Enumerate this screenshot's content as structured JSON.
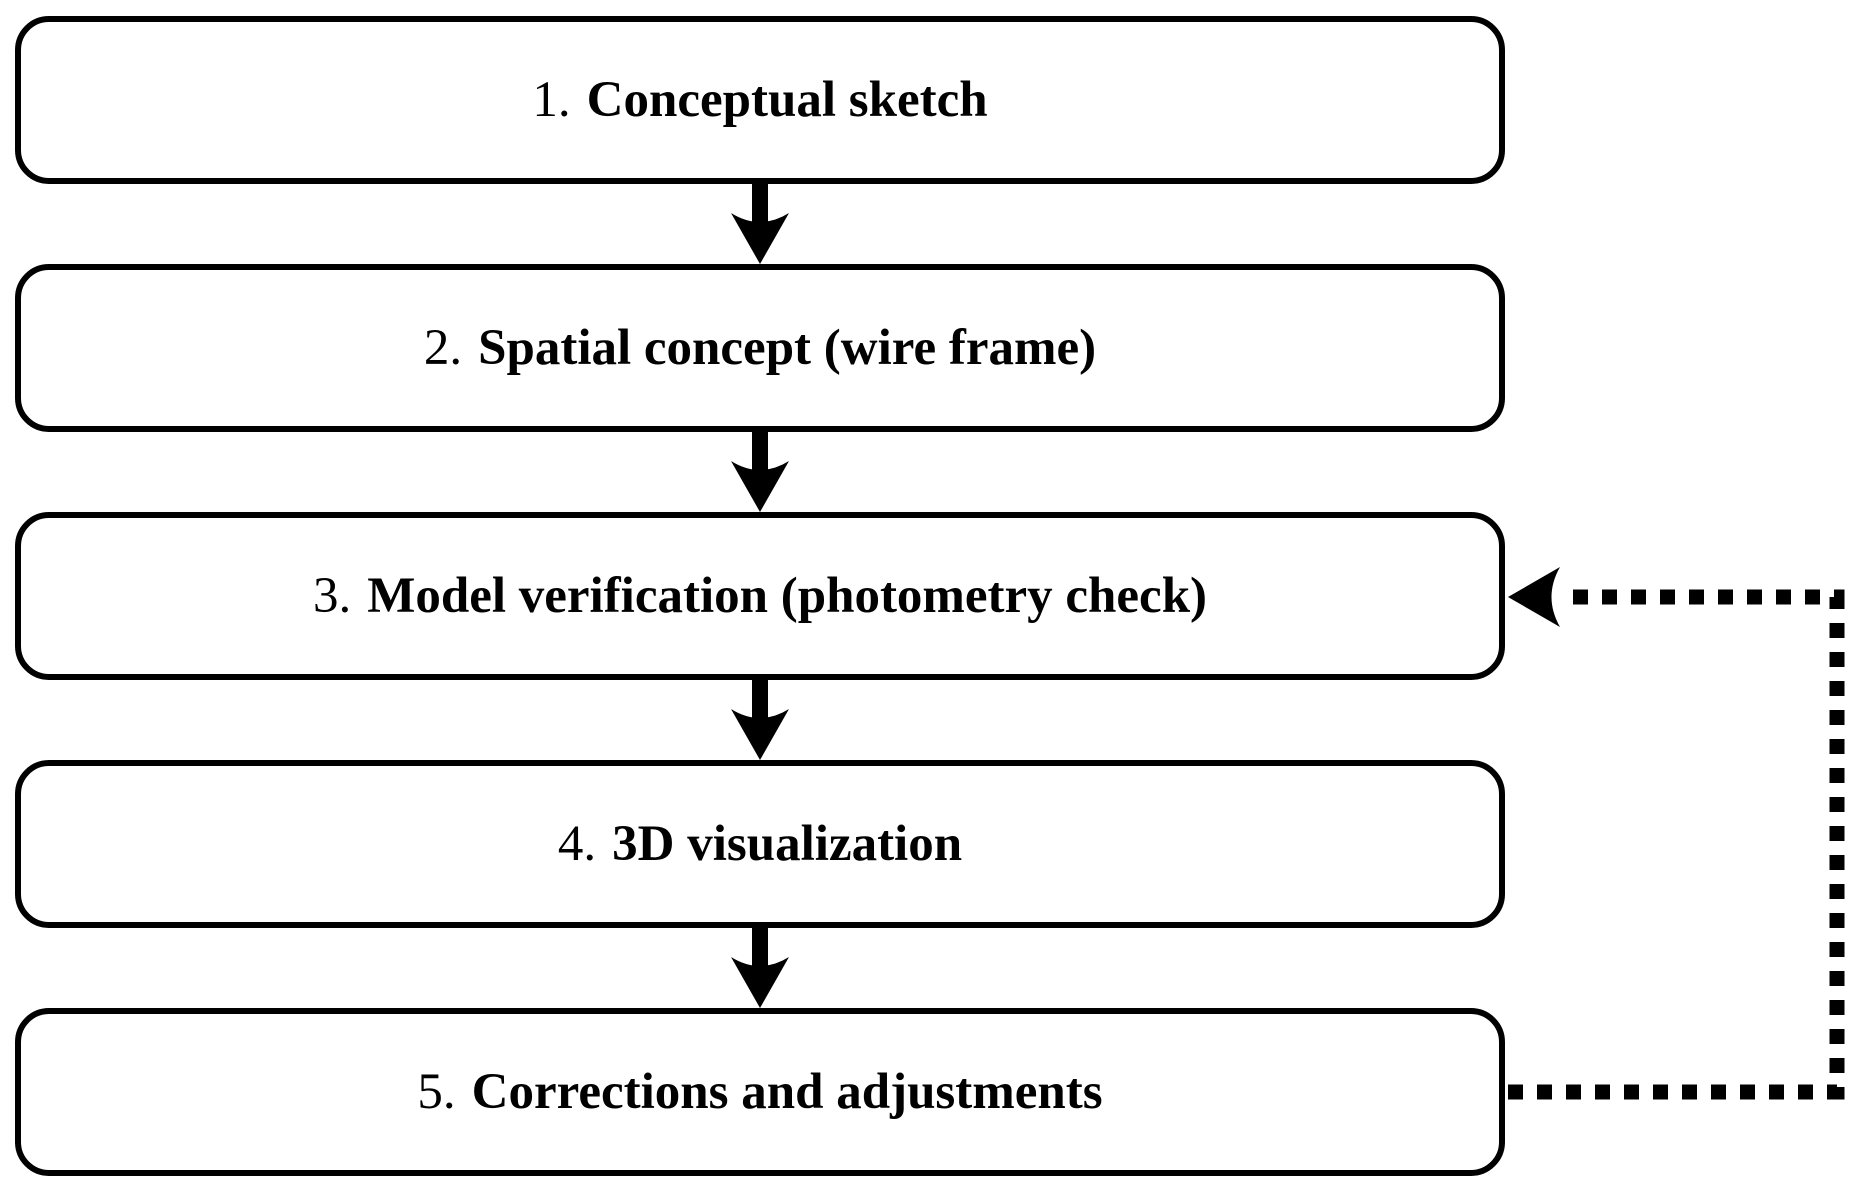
{
  "diagram": {
    "type": "flowchart",
    "background_color": "#ffffff",
    "stroke_color": "#000000",
    "text_color": "#000000",
    "boxes": [
      {
        "number": "1.",
        "label": "Conceptual sketch"
      },
      {
        "number": "2.",
        "label": "Spatial concept (wire frame)"
      },
      {
        "number": "3.",
        "label": "Model verification (photometry check)"
      },
      {
        "number": "4.",
        "label": "3D visualization"
      },
      {
        "number": "5.",
        "label": "Corrections and adjustments"
      }
    ],
    "connections": [
      {
        "from": "1. Conceptual sketch",
        "to": "2. Spatial concept (wire frame)",
        "style": "solid-arrow"
      },
      {
        "from": "2. Spatial concept (wire frame)",
        "to": "3. Model verification (photometry check)",
        "style": "solid-arrow"
      },
      {
        "from": "3. Model verification (photometry check)",
        "to": "4. 3D visualization",
        "style": "solid-arrow"
      },
      {
        "from": "4. 3D visualization",
        "to": "5. Corrections and adjustments",
        "style": "solid-arrow"
      },
      {
        "from": "5. Corrections and adjustments",
        "to": "3. Model verification (photometry check)",
        "style": "dotted-feedback-arrow"
      }
    ]
  }
}
